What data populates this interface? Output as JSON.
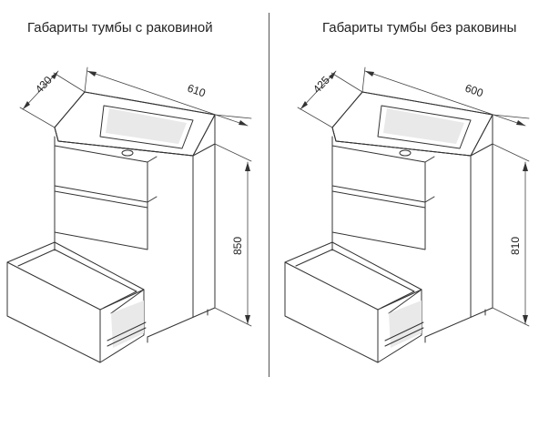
{
  "left": {
    "title": "Габариты тумбы с раковиной",
    "depth": "430",
    "width": "610",
    "height": "850"
  },
  "right": {
    "title": "Габариты тумбы без раковины",
    "depth": "425",
    "width": "600",
    "height": "810"
  }
}
